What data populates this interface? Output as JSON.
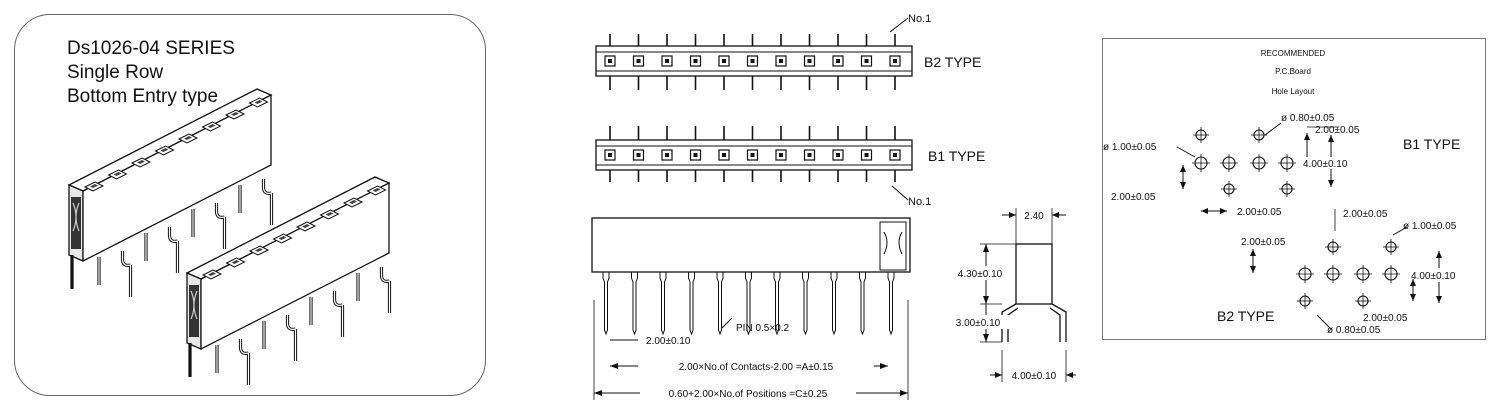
{
  "series": {
    "title": "Ds1026-04 SERIES",
    "row": "Single Row",
    "entry": "Bottom Entry type"
  },
  "top_view": {
    "no1_top": "No.1",
    "b2_label": "B2 TYPE",
    "b1_label": "B1 TYPE",
    "no1_bottom": "No.1"
  },
  "side_view": {
    "pitch": "2.00±0.10",
    "pin": "PIN 0.5×0.2",
    "dim_a": "2.00×No.of Contacts-2.00 =A±0.15",
    "dim_c": "0.60+2.00×No.of Positions =C±0.25"
  },
  "end_view": {
    "width": "2.40",
    "body_height": "4.30±0.10",
    "pin_height": "3.00±0.10",
    "pin_spacing": "4.00±0.10"
  },
  "pcb": {
    "title1": "RECOMMENDED",
    "title2": "P.C.Board",
    "title3": "Hole Layout",
    "b1_type": "B1 TYPE",
    "b2_type": "B2 TYPE",
    "b1_hole_small": "ø 0.80±0.05",
    "b1_hole_large": "ø 1.00±0.05",
    "b1_pitch_v": "2.00±0.05",
    "b1_span": "4.00±0.10",
    "b1_left_pitch": "2.00±0.05",
    "b1_bottom_pitch": "2.00±0.05",
    "b2_top_pitch": "2.00±0.05",
    "b2_hole_large": "ø 1.00±0.05",
    "b2_left_pitch": "2.00±0.05",
    "b2_span": "4.00±0.10",
    "b2_pitch_v": "2.00±0.05",
    "b2_hole_small": "ø 0.80±0.05"
  }
}
